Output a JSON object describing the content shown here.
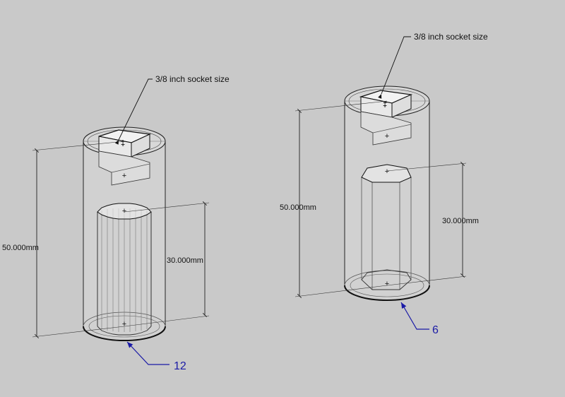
{
  "model": {
    "left": {
      "height_dim": "50.000mm",
      "inner_dim": "30.000mm",
      "socket_callout": "3/8 inch socket size",
      "segment_count": "12"
    },
    "right": {
      "height_dim": "50.000mm",
      "inner_dim": "30.000mm",
      "socket_callout": "3/8 inch socket size",
      "segment_count": "6"
    }
  },
  "colors": {
    "background": "#c9c9c9",
    "count_label": "#1a1aa6",
    "leader": "#111111"
  }
}
